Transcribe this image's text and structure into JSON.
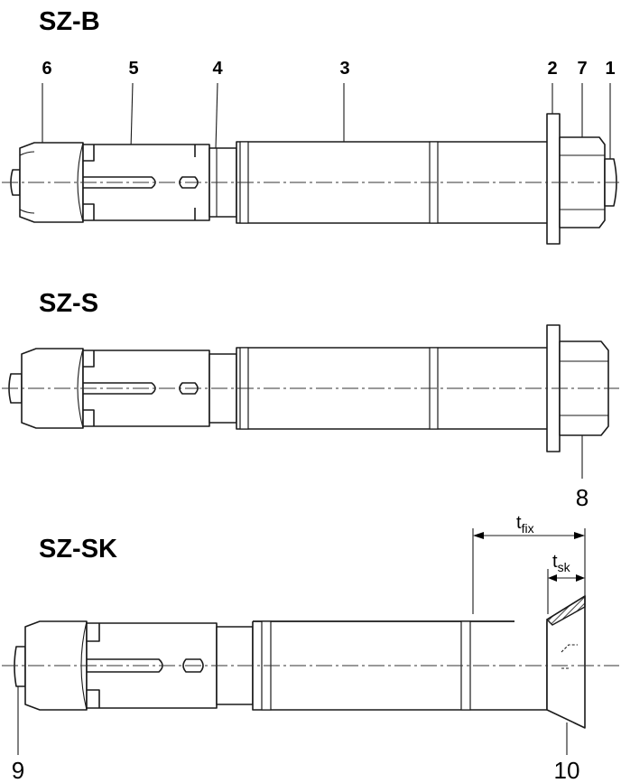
{
  "sections": [
    {
      "title": "SZ-B",
      "callouts": [
        "6",
        "5",
        "4",
        "3",
        "2",
        "7",
        "1"
      ]
    },
    {
      "title": "SZ-S",
      "callouts": [
        "8"
      ]
    },
    {
      "title": "SZ-SK",
      "callouts": [
        "9",
        "10"
      ],
      "dimensions": {
        "t_fix": {
          "base": "t",
          "sub": "fix"
        },
        "t_sk": {
          "base": "t",
          "sub": "sk"
        }
      }
    }
  ]
}
